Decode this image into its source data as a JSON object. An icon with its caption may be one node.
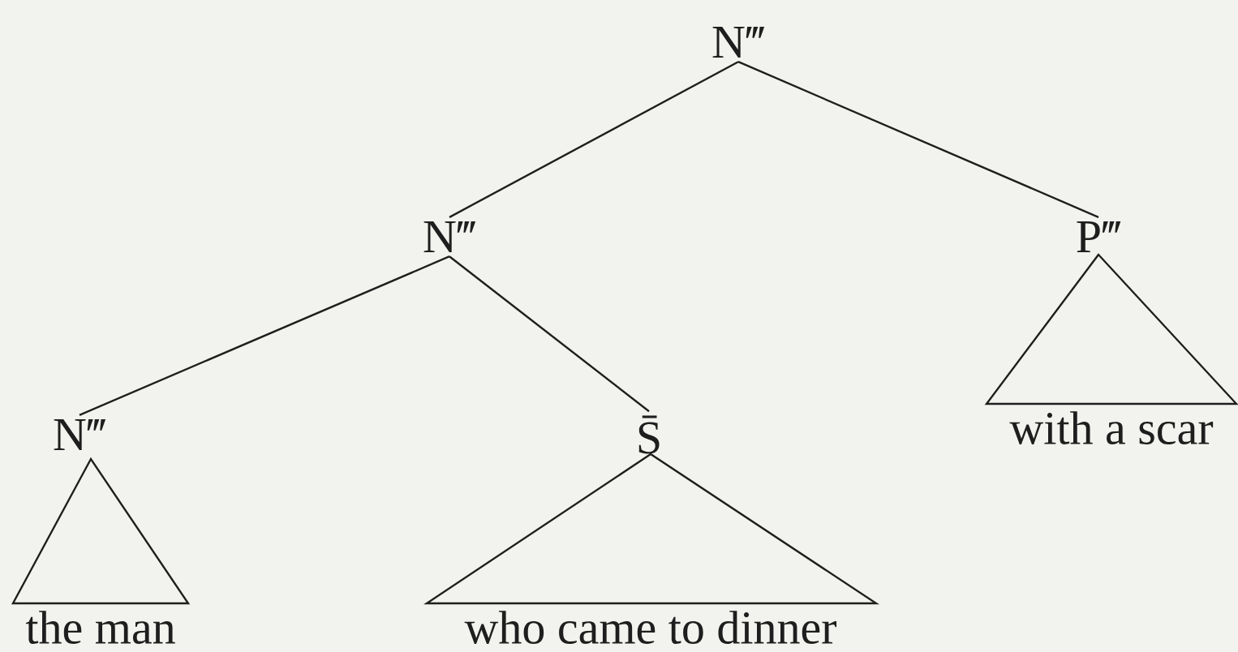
{
  "diagram": {
    "nodes": [
      {
        "text": [
          "N‴"
        ]
      },
      {
        "text": [
          "N‴"
        ]
      },
      {
        "text": [
          "P‴"
        ]
      },
      {
        "text": [
          "N‴"
        ]
      },
      {
        "text": [
          "S̄"
        ]
      },
      {
        "text": [
          "the man"
        ]
      },
      {
        "text": [
          "who came to dinner"
        ]
      },
      {
        "text": [
          "with a scar"
        ]
      }
    ],
    "edges": [
      {
        "from": 0,
        "to": 1,
        "arrow": "none"
      },
      {
        "from": 0,
        "to": 2,
        "arrow": "none"
      },
      {
        "from": 1,
        "to": 3,
        "arrow": "none"
      },
      {
        "from": 1,
        "to": 4,
        "arrow": "none"
      }
    ]
  }
}
